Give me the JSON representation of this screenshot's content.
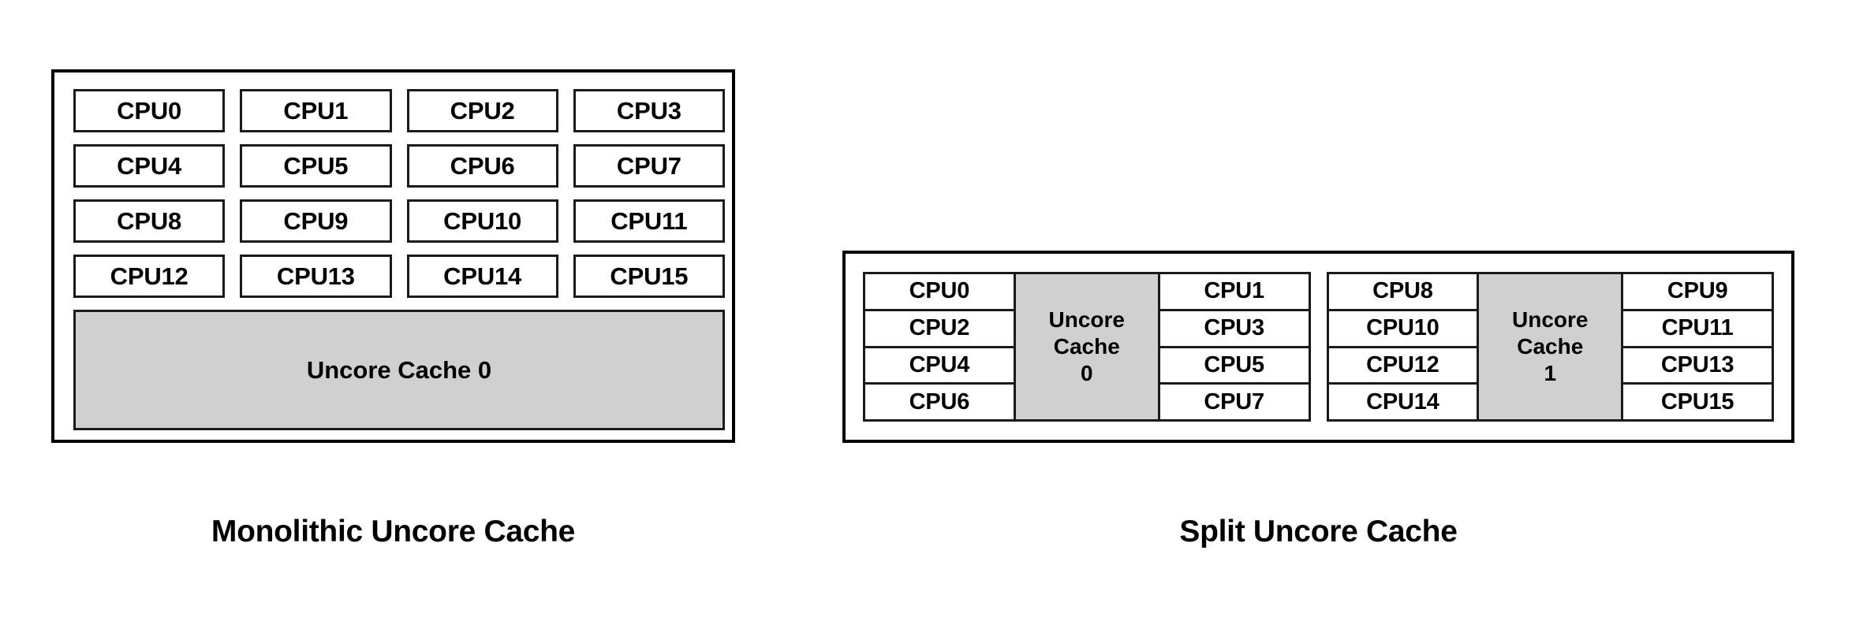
{
  "diagrams": [
    {
      "id": "monolithic",
      "caption": "Monolithic Uncore Cache",
      "layout": "grid-4x4-with-full-width-cache",
      "cpu_rows": [
        [
          "CPU0",
          "CPU1",
          "CPU2",
          "CPU3"
        ],
        [
          "CPU4",
          "CPU5",
          "CPU6",
          "CPU7"
        ],
        [
          "CPU8",
          "CPU9",
          "CPU10",
          "CPU11"
        ],
        [
          "CPU12",
          "CPU13",
          "CPU14",
          "CPU15"
        ]
      ],
      "cache": {
        "label": "Uncore Cache 0",
        "fill": "#d0d0d0"
      }
    },
    {
      "id": "split",
      "caption": "Split Uncore Cache",
      "layout": "two-clusters-each-cpu-cache-cpu",
      "clusters": [
        {
          "left_column": [
            "CPU0",
            "CPU2",
            "CPU4",
            "CPU6"
          ],
          "cache": {
            "lines": [
              "Uncore",
              "Cache",
              "0"
            ],
            "fill": "#d0d0d0"
          },
          "right_column": [
            "CPU1",
            "CPU3",
            "CPU5",
            "CPU7"
          ]
        },
        {
          "left_column": [
            "CPU8",
            "CPU10",
            "CPU12",
            "CPU14"
          ],
          "cache": {
            "lines": [
              "Uncore",
              "Cache",
              "1"
            ],
            "fill": "#d0d0d0"
          },
          "right_column": [
            "CPU9",
            "CPU11",
            "CPU13",
            "CPU15"
          ]
        }
      ]
    }
  ],
  "colors": {
    "background": "#ffffff",
    "border": "#000000",
    "cache_fill": "#d0d0d0",
    "text": "#000000"
  }
}
